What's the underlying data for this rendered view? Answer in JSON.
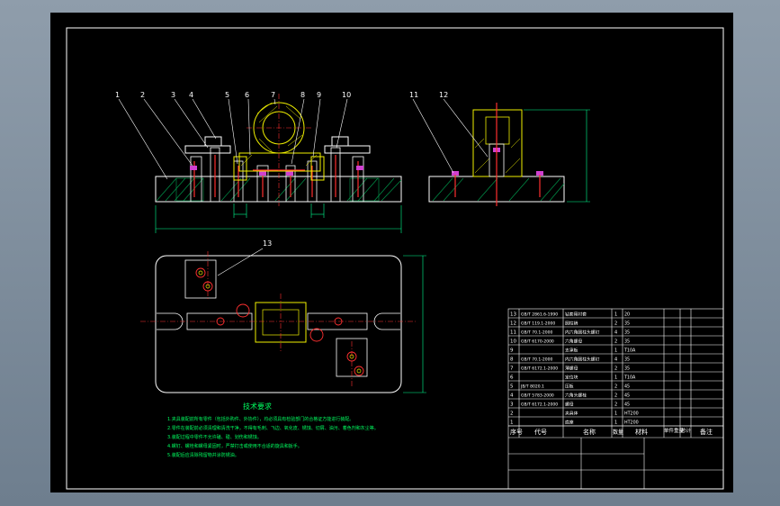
{
  "title_block": {
    "col_no": "序号",
    "col_code": "代号",
    "col_name": "名称",
    "col_qty": "数量",
    "col_material": "材料",
    "col_unit_weight": "单件重量",
    "col_total_weight": "总计",
    "col_remark": "备注",
    "parts_rows": [
      {
        "no": "13",
        "code": "GB/T 2861.6-1990",
        "name": "钻套用衬套",
        "qty": "1",
        "material": "20"
      },
      {
        "no": "12",
        "code": "GB/T 119.1-2000",
        "name": "圆柱销",
        "qty": "2",
        "material": "35"
      },
      {
        "no": "11",
        "code": "GB/T 70.1-2000",
        "name": "内六角圆柱头螺钉",
        "qty": "4",
        "material": "35"
      },
      {
        "no": "10",
        "code": "GB/T 6170-2000",
        "name": "六角螺母",
        "qty": "2",
        "material": "35"
      },
      {
        "no": "9",
        "code": "",
        "name": "支承板",
        "qty": "1",
        "material": "T10A"
      },
      {
        "no": "8",
        "code": "GB/T 70.1-2000",
        "name": "内六角圆柱头螺钉",
        "qty": "4",
        "material": "35"
      },
      {
        "no": "7",
        "code": "GB/T 6172.1-2000",
        "name": "薄螺母",
        "qty": "2",
        "material": "35"
      },
      {
        "no": "6",
        "code": "",
        "name": "定位块",
        "qty": "1",
        "material": "T10A"
      },
      {
        "no": "5",
        "code": "JB/T 8020.1",
        "name": "压板",
        "qty": "2",
        "material": "45"
      },
      {
        "no": "4",
        "code": "GB/T 5783-2000",
        "name": "六角头螺栓",
        "qty": "2",
        "material": "45"
      },
      {
        "no": "3",
        "code": "GB/T 6172.1-2000",
        "name": "螺母",
        "qty": "2",
        "material": "45"
      },
      {
        "no": "2",
        "code": "",
        "name": "夹具体",
        "qty": "1",
        "material": "HT200"
      },
      {
        "no": "1",
        "code": "",
        "name": "底座",
        "qty": "1",
        "material": "HT200"
      }
    ]
  },
  "labels": {
    "callouts_top": [
      "1",
      "2",
      "3",
      "4",
      "5",
      "6",
      "7",
      "8",
      "9",
      "10"
    ],
    "callouts_side": [
      "11",
      "12"
    ],
    "callout_plan": "13",
    "tech_title": "技术要求",
    "tech_lines": [
      "1.夹具装配前所有零件（包括外购件、外协件），均必须具有检验部门的合格证方能进行装配。",
      "2.零件在装配前必须清理和清洗干净，不得有毛刺、飞边、氧化皮、锈蚀、切屑、油污、着色剂和灰尘等。",
      "3.装配过程中零件不允许磕、碰、划伤和锈蚀。",
      "4.螺钉、螺栓和螺母紧固时，严禁打击或使用不合适的旋具和扳手。",
      "5.装配后应清除残留物并涂防锈油。"
    ]
  }
}
